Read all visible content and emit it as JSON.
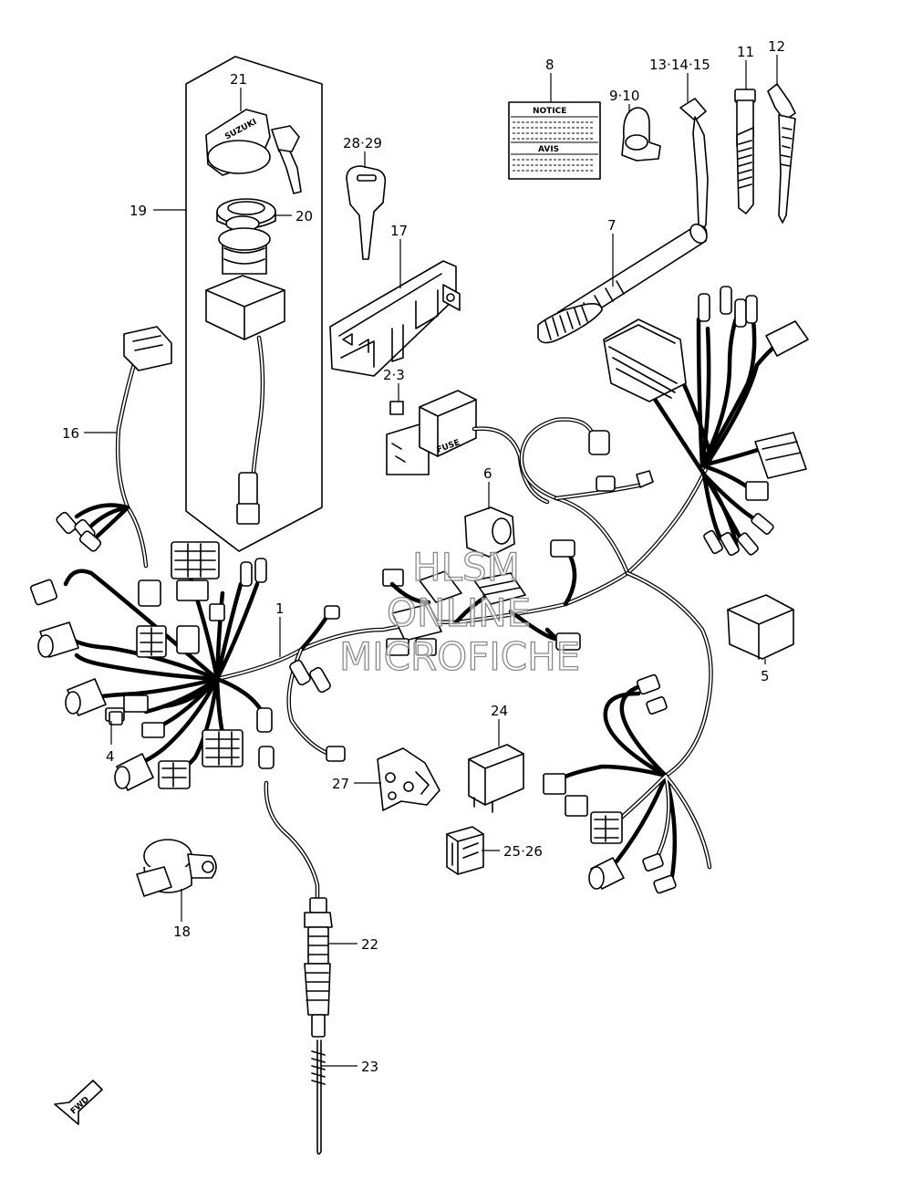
{
  "callouts": [
    {
      "id": "c21",
      "text": "21"
    },
    {
      "id": "c20",
      "text": "20"
    },
    {
      "id": "c19",
      "text": "19"
    },
    {
      "id": "c2829",
      "text": "28·29"
    },
    {
      "id": "c17",
      "text": "17"
    },
    {
      "id": "c8",
      "text": "8"
    },
    {
      "id": "c910",
      "text": "9·10"
    },
    {
      "id": "c131415",
      "text": "13·14·15"
    },
    {
      "id": "c11",
      "text": "11"
    },
    {
      "id": "c12",
      "text": "12"
    },
    {
      "id": "c7",
      "text": "7"
    },
    {
      "id": "c23a",
      "text": "2·3"
    },
    {
      "id": "c16",
      "text": "16"
    },
    {
      "id": "c6",
      "text": "6"
    },
    {
      "id": "c1",
      "text": "1"
    },
    {
      "id": "c5",
      "text": "5"
    },
    {
      "id": "c4",
      "text": "4"
    },
    {
      "id": "c24",
      "text": "24"
    },
    {
      "id": "c27",
      "text": "27"
    },
    {
      "id": "c2526",
      "text": "25·26"
    },
    {
      "id": "c18",
      "text": "18"
    },
    {
      "id": "c22",
      "text": "22"
    },
    {
      "id": "c23",
      "text": "23"
    }
  ],
  "label_texts": {
    "notice": "NOTICE",
    "avis": "AVIS",
    "fuse": "FUSE",
    "key_brand": "SUZUKI",
    "fwd": "FWD"
  },
  "watermark": {
    "line1": "HLSM",
    "line2": "ONLINE",
    "line3": "MICROFICHE"
  },
  "colors": {
    "ink": "#000000",
    "paper": "#ffffff",
    "watermark_outline": "#8a8a8a"
  }
}
